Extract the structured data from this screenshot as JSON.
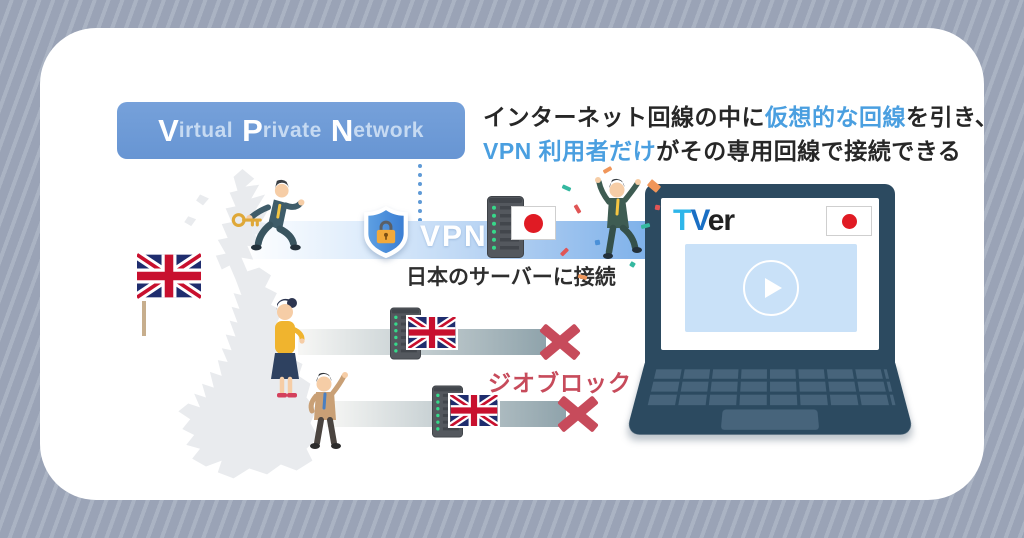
{
  "title": {
    "full": "Virtual Private Network",
    "v": "V",
    "irtual": "irtual",
    "p": "P",
    "rivate": "rivate",
    "n": "N",
    "etwork": "etwork"
  },
  "headline": {
    "line1_a": "インターネット回線の中に",
    "line1_b": "仮想的な回線",
    "line1_c": "を引き、",
    "line2_a": "VPN 利用者だけ",
    "line2_b": "がその専用回線で接続できる"
  },
  "tunnel": {
    "vpn_label": "VPN",
    "caption": "日本のサーバーに接続"
  },
  "laptop": {
    "logo_t": "T",
    "logo_v": "V",
    "logo_suffix": "er"
  },
  "geoblock": {
    "label": "ジオブロック"
  },
  "icons": [
    "shield-lock-icon",
    "key-icon",
    "server-icon",
    "japan-flag-icon",
    "uk-flag-icon",
    "uk-map-silhouette",
    "play-icon",
    "cross-icon",
    "dotted-arrow-down-icon",
    "laptop-icon",
    "confetti"
  ],
  "colors": {
    "accent_blue": "#4a9fe0",
    "title_box_blue": "#6e9bd6",
    "tunnel_band_blue": "#74abe8",
    "geo_block_red": "#c74b5b",
    "japan_flag_red": "#e01b24",
    "laptop_navy": "#2c4a60",
    "background_gray": "#9aa3b6"
  }
}
